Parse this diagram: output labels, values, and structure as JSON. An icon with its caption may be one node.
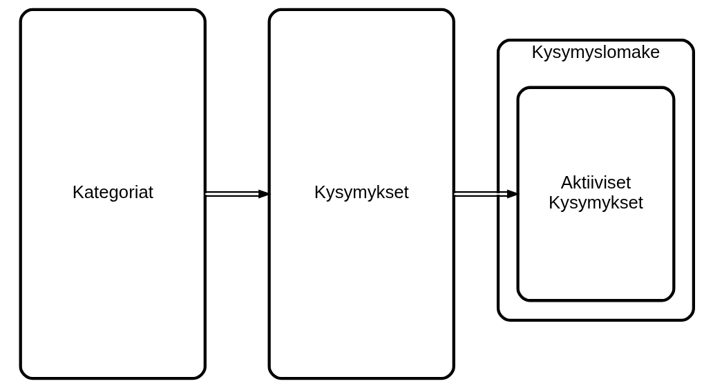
{
  "diagram": {
    "nodes": [
      {
        "text": [
          "Kategoriat"
        ]
      },
      {
        "text": [
          "Kysymykset"
        ]
      },
      {
        "text": [
          "Kysymyslomake"
        ]
      },
      {
        "text": [
          "Aktiiviset Kysymykset"
        ],
        "in": 2
      }
    ],
    "edges": [
      {
        "from": 0,
        "to": 1,
        "arrow": "to"
      },
      {
        "from": 1,
        "to": 3,
        "arrow": "to"
      }
    ]
  }
}
